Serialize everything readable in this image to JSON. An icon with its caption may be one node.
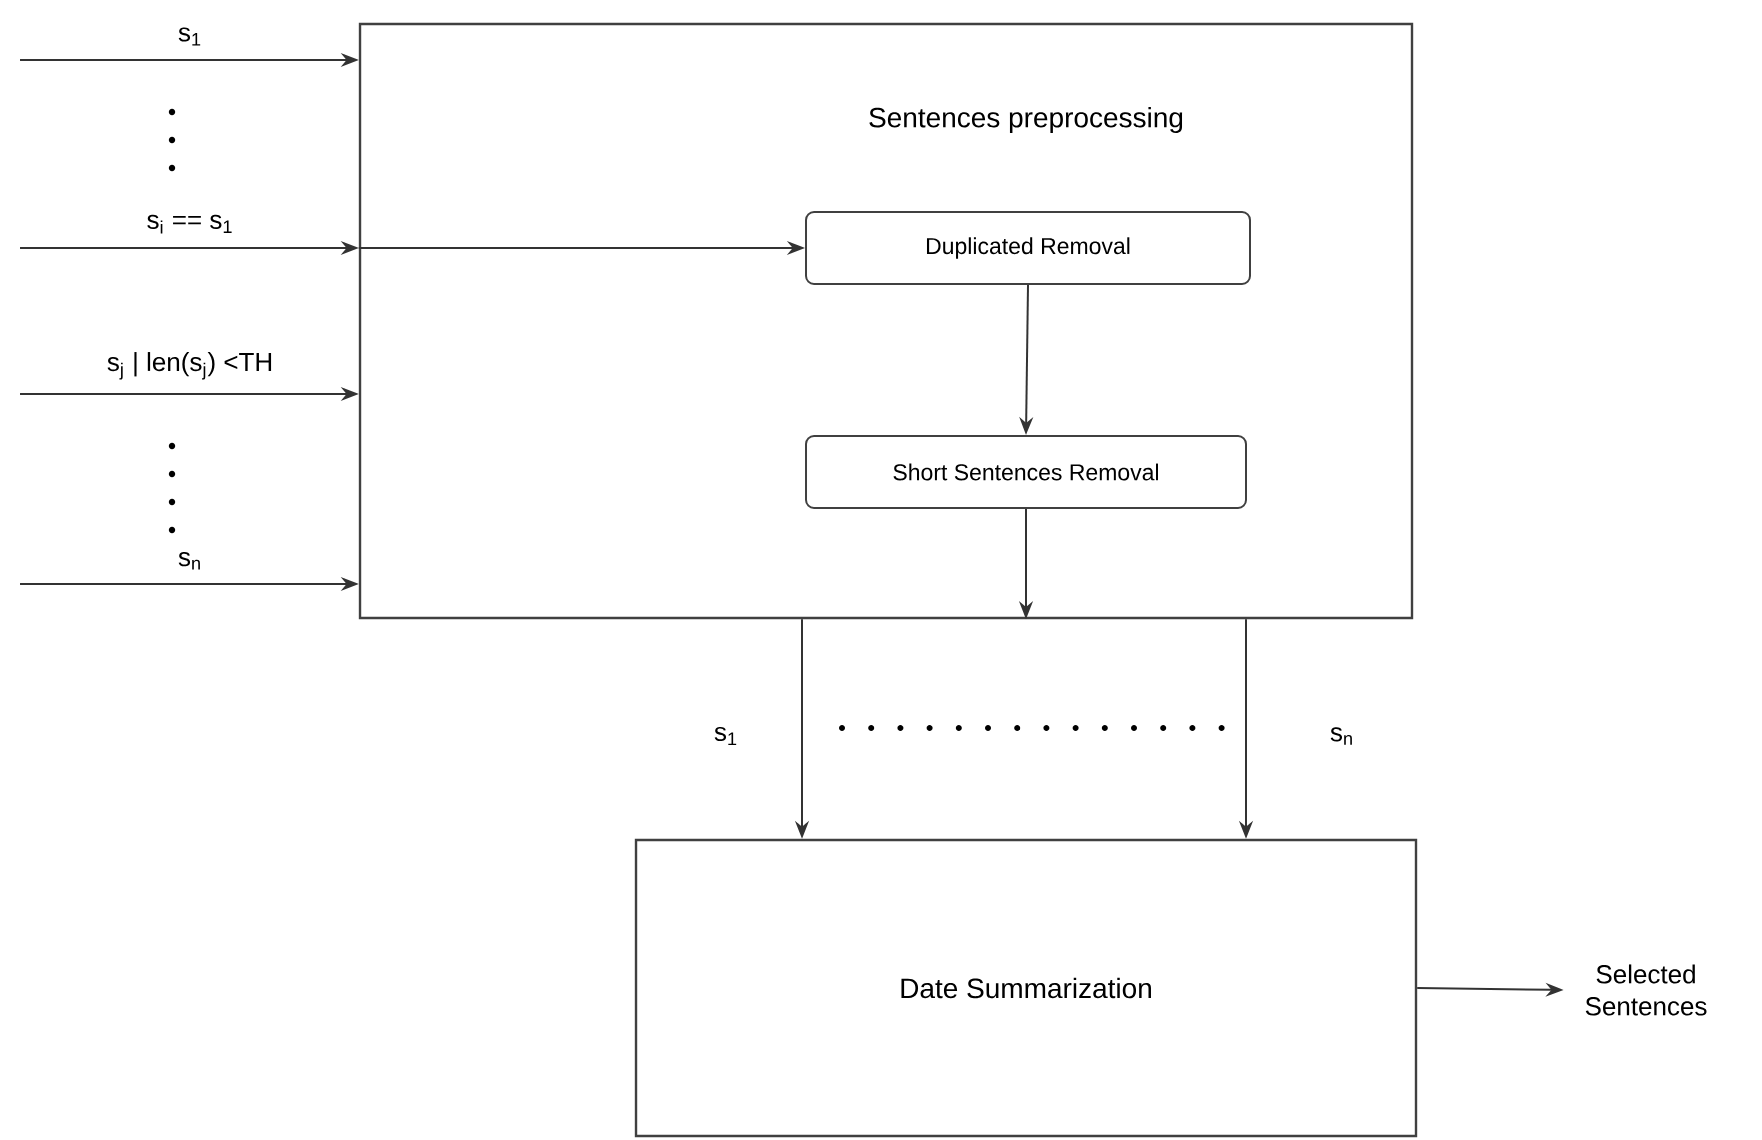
{
  "diagram": {
    "nodes": [
      {
        "text": [
          "Sentences preprocessing"
        ]
      },
      {
        "text": [
          "Duplicated Removal"
        ],
        "in": 0
      },
      {
        "text": [
          "Short Sentences Removal"
        ],
        "in": 0
      },
      {
        "text": [
          "Date Summarization"
        ]
      },
      {
        "text": [
          "Selected Sentences"
        ]
      }
    ],
    "edges": [
      {
        "from": null,
        "to": 0,
        "arrow": "to",
        "label": "s$_{1}$"
      },
      {
        "from": null,
        "to": 0,
        "arrow": "to",
        "label": "s$_{i}$ == s$_{1}$"
      },
      {
        "from": 0,
        "to": 1,
        "arrow": "to"
      },
      {
        "from": null,
        "to": 0,
        "arrow": "to",
        "label": "s$_{j}$ | len(s$_{j}$) <TH"
      },
      {
        "from": null,
        "to": 0,
        "arrow": "to",
        "label": "s$_{n}$"
      },
      {
        "from": 1,
        "to": 2,
        "arrow": "to"
      },
      {
        "from": 2,
        "to": 0,
        "arrow": "to"
      },
      {
        "from": 0,
        "to": 3,
        "arrow": "to",
        "label": "s$_{1}$"
      },
      {
        "from": 0,
        "to": 3,
        "arrow": "to",
        "label": "s$_{n}$"
      },
      {
        "from": 3,
        "to": 4,
        "arrow": "to"
      }
    ]
  }
}
